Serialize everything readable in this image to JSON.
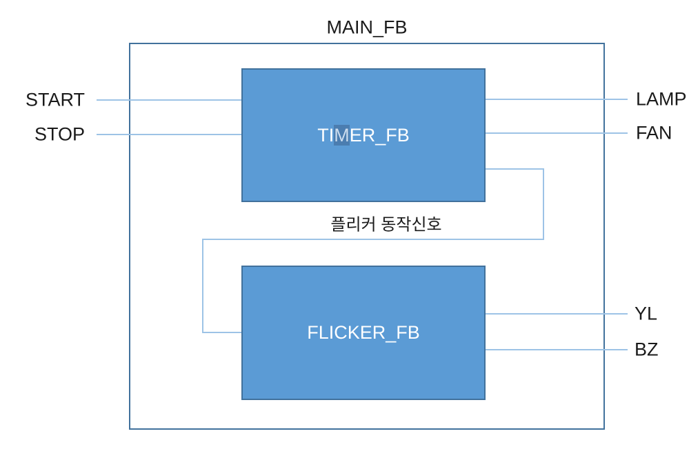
{
  "diagram": {
    "title": "MAIN_FB",
    "blocks": {
      "timer": {
        "label_prefix": "TI",
        "label_selected": "M",
        "label_suffix": "ER_FB",
        "full_label": "TIMER_FB"
      },
      "flicker": {
        "label": "FLICKER_FB"
      }
    },
    "ports": {
      "inputs": [
        {
          "label": "START"
        },
        {
          "label": "STOP"
        }
      ],
      "timer_outputs": [
        {
          "label": "LAMP"
        },
        {
          "label": "FAN"
        }
      ],
      "flicker_outputs": [
        {
          "label": "YL"
        },
        {
          "label": "BZ"
        }
      ]
    },
    "connection": {
      "label": "플리커 동작신호"
    },
    "colors": {
      "block_fill": "#5B9BD5",
      "block_border": "#41719C",
      "outer_border": "#41719C",
      "connector_line": "#9DC3E6",
      "selection_background": "#4B7DB0",
      "text": "#1a1a1a",
      "block_text": "#ffffff"
    }
  }
}
